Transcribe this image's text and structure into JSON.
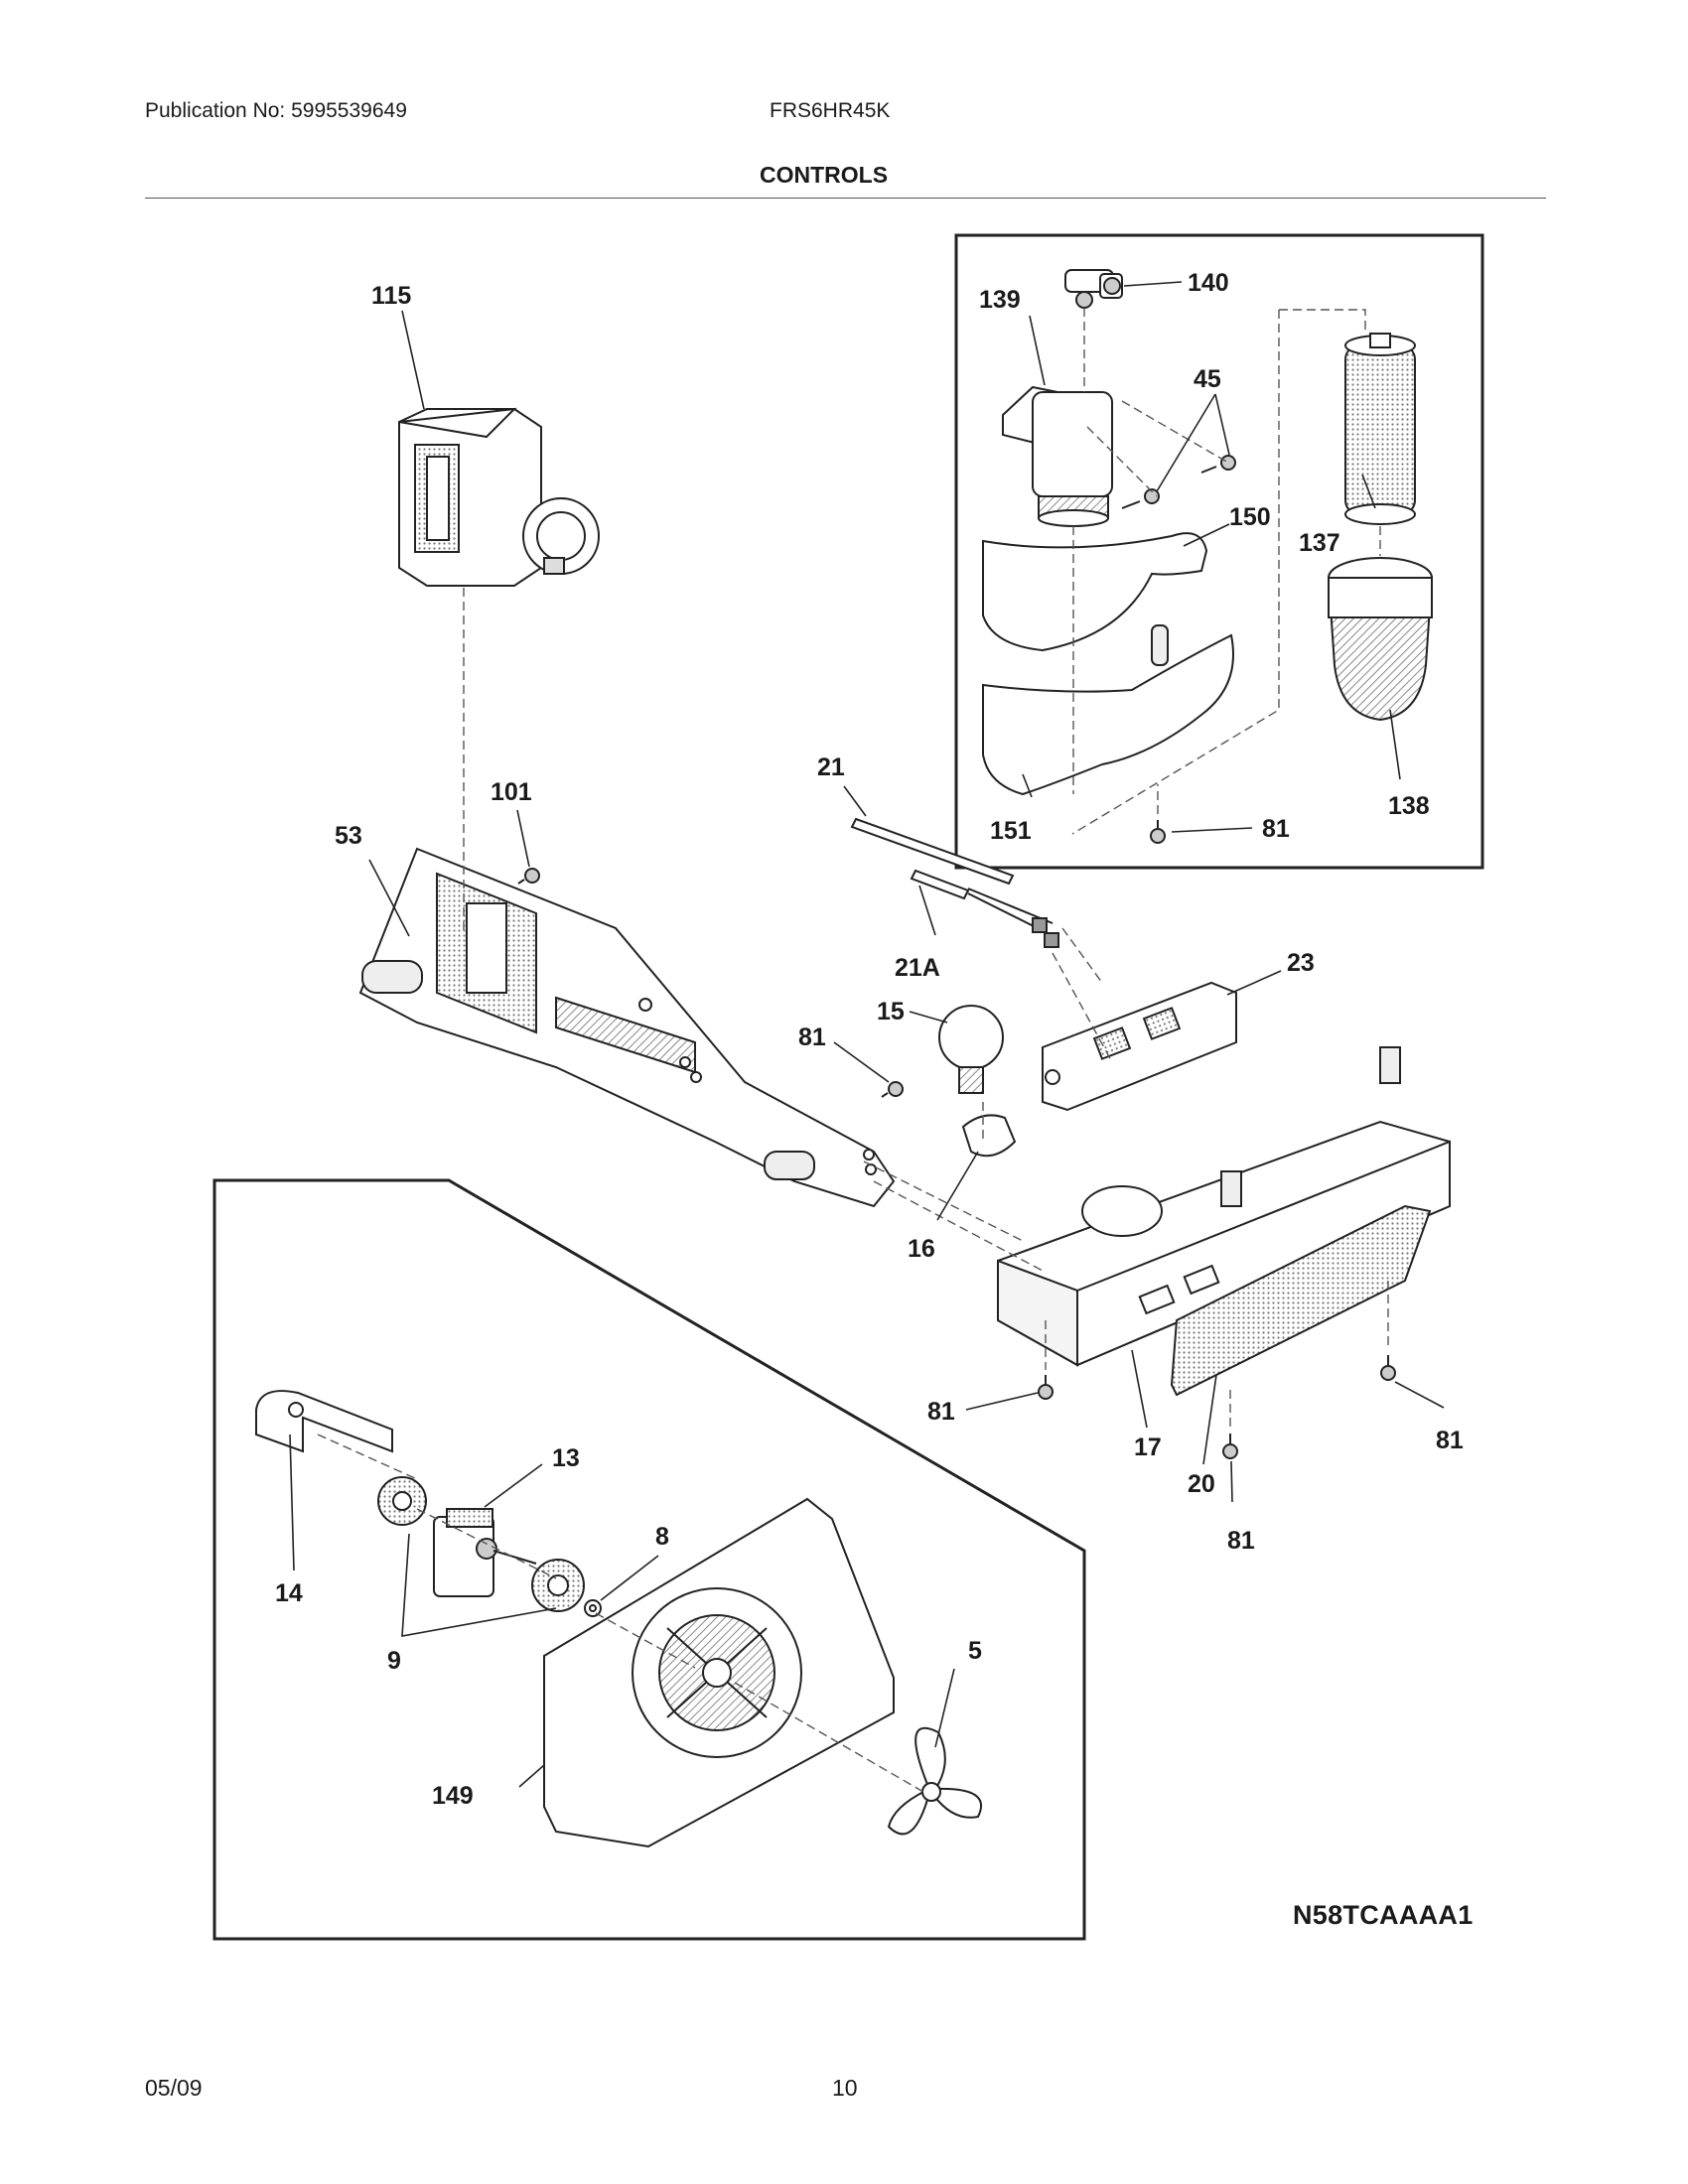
{
  "header": {
    "publication": "Publication No: 5995539649",
    "model": "FRS6HR45K",
    "section_title": "CONTROLS"
  },
  "diagram": {
    "code": "N58TCAAAA1",
    "callouts": [
      "115",
      "139",
      "140",
      "45",
      "150",
      "137",
      "138",
      "151",
      "81",
      "21",
      "101",
      "53",
      "21A",
      "15",
      "23",
      "81",
      "16",
      "17",
      "20",
      "81",
      "81",
      "81",
      "13",
      "8",
      "14",
      "9",
      "5",
      "149"
    ]
  },
  "footer": {
    "date": "05/09",
    "page": "10"
  }
}
